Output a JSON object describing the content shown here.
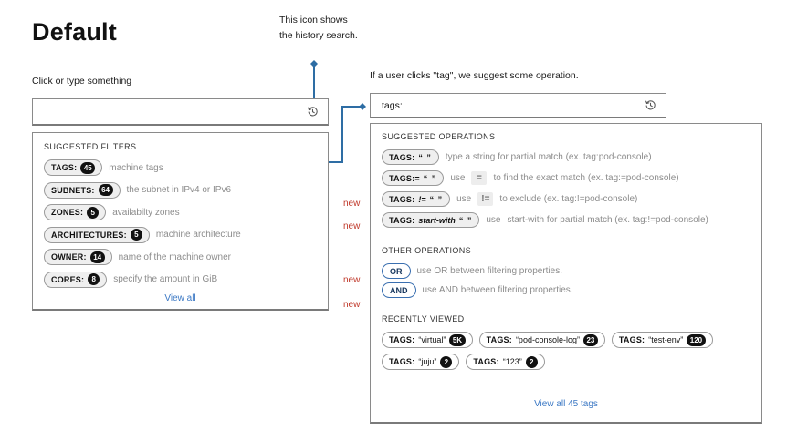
{
  "page": {
    "title": "Default"
  },
  "callout": {
    "text": "This icon shows the history search."
  },
  "left": {
    "field_label": "Click or type something",
    "search_value": "",
    "search_placeholder": "",
    "history_icon": "history-search-icon",
    "panel": {
      "section_title": "SUGGESTED FILTERS",
      "filters": [
        {
          "key": "TAGS:",
          "count": "45",
          "desc": "machine tags"
        },
        {
          "key": "SUBNETS:",
          "count": "64",
          "desc": "the subnet in IPv4 or IPv6"
        },
        {
          "key": "ZONES:",
          "count": "5",
          "desc": "availabilty zones"
        },
        {
          "key": "ARCHITECTURES:",
          "count": "5",
          "desc": "machine architecture"
        },
        {
          "key": "OWNER:",
          "count": "14",
          "desc": "name of the machine owner"
        },
        {
          "key": "CORES:",
          "count": "8",
          "desc": "specify the amount in GiB"
        }
      ],
      "view_all": "View all"
    }
  },
  "right": {
    "field_label": "If a user clicks \"tag\", we suggest some operation.",
    "search_value": "tags:",
    "history_icon": "history-search-icon",
    "panel": {
      "suggested_title": "SUGGESTED OPERATIONS",
      "operations": [
        {
          "chip_key": "TAGS:",
          "chip_op": "",
          "chip_quote": "“ ”",
          "desc_before": "type a string for partial match (ex. tag:pod-console)",
          "keycap": "",
          "desc_after": "",
          "new": false
        },
        {
          "chip_key": "TAGS:=",
          "chip_op": "",
          "chip_quote": "“ ”",
          "desc_before": "use",
          "keycap": "=",
          "desc_after": "to find the exact match (ex. tag:=pod-console)",
          "new": false
        },
        {
          "chip_key": "TAGS:",
          "chip_op": "!=",
          "chip_quote": "“ ”",
          "desc_before": "use",
          "keycap": "!=",
          "desc_after": "to exclude (ex. tag:!=pod-console)",
          "new": true
        },
        {
          "chip_key": "TAGS:",
          "chip_op": "start-with",
          "chip_quote": "“ ”",
          "desc_before": "use",
          "keycap": "",
          "desc_after": "start-with for partial match (ex. tag:!=pod-console)",
          "new": true
        }
      ],
      "other_title": "OTHER OPERATIONS",
      "logic": [
        {
          "label": "OR",
          "desc": "use OR between filtering properties.",
          "new": true
        },
        {
          "label": "AND",
          "desc": "use AND between filtering properties.",
          "new": true
        }
      ],
      "recent_title": "RECENTLY VIEWED",
      "recent": [
        {
          "key": "TAGS:",
          "value": "“virtual”",
          "count": "5K"
        },
        {
          "key": "TAGS:",
          "value": "“pod-console-log”",
          "count": "23"
        },
        {
          "key": "TAGS:",
          "value": "“test-env”",
          "count": "120"
        },
        {
          "key": "TAGS:",
          "value": "“juju”",
          "count": "2"
        },
        {
          "key": "TAGS:",
          "value": "“123”",
          "count": "2"
        }
      ],
      "view_all": "View all 45 tags"
    }
  },
  "markers": {
    "new_label": "new"
  },
  "colors": {
    "connector": "#2e6da4",
    "link": "#3b78c4",
    "new": "#c0392b",
    "badge": "#111111",
    "chip_bg": "#efefef",
    "logic_border": "#3a6fb0"
  }
}
